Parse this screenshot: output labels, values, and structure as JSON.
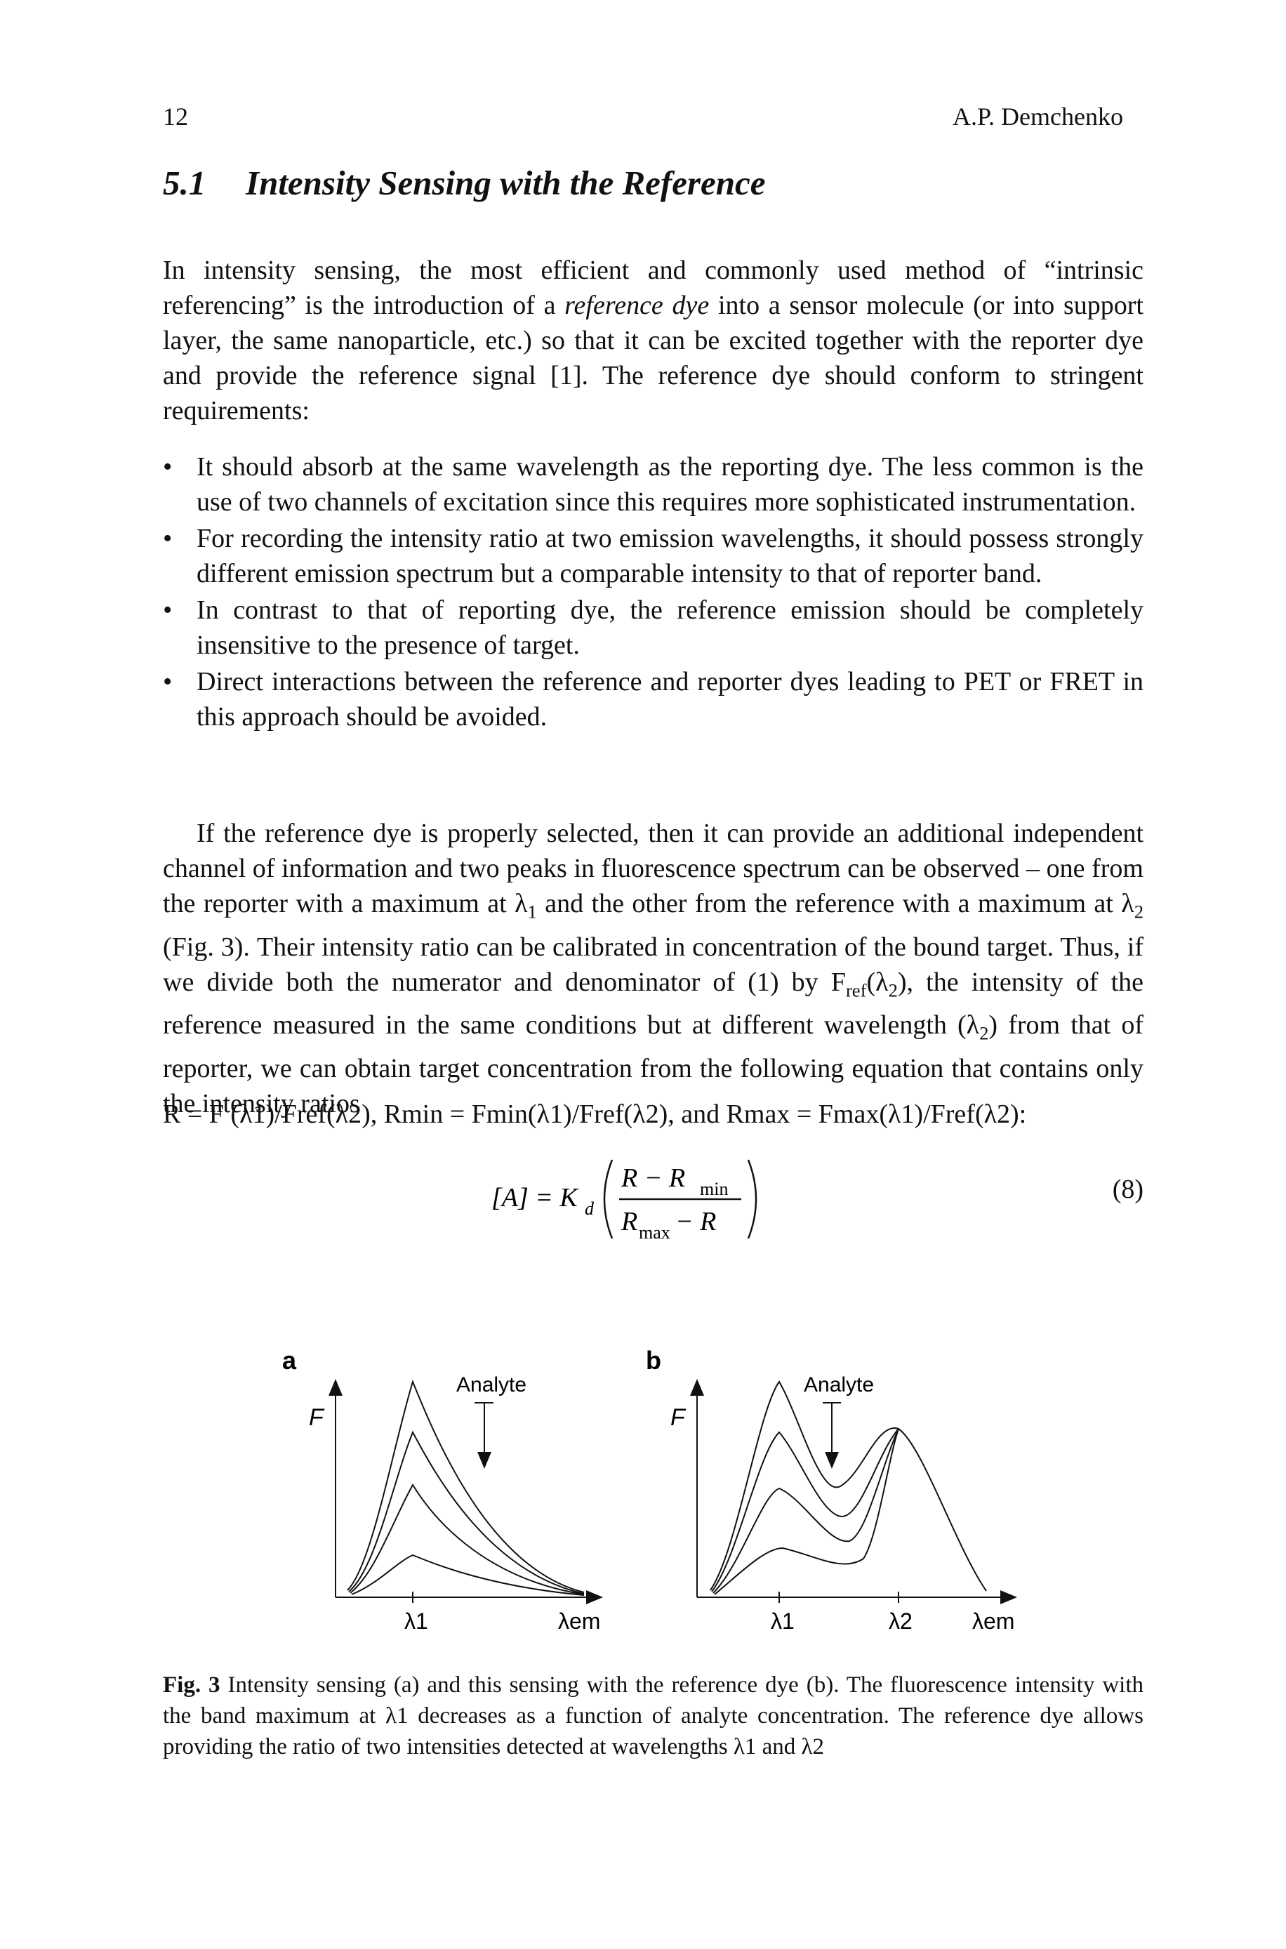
{
  "header": {
    "page_number": "12",
    "author": "A.P. Demchenko"
  },
  "section": {
    "number": "5.1",
    "title": "Intensity Sensing with the Reference"
  },
  "paragraph1": {
    "a": "In intensity sensing, the most efficient and commonly used method of “intrinsic referencing” is the introduction of a ",
    "emph": "reference dye",
    "b": " into a sensor molecule (or into support layer, the same nanoparticle, etc.) so that it can be excited together with the reporter dye and provide the reference signal [1]. The reference dye should conform to stringent requirements:"
  },
  "bullets": [
    "It should absorb at the same wavelength as the reporting dye. The less common is the use of two channels of excitation since this requires more sophisticated instrumentation.",
    "For recording the intensity ratio at two emission wavelengths, it should possess strongly different emission spectrum but a comparable intensity to that of reporter band.",
    "In contrast to that of reporting dye, the reference emission should be completely insensitive to the presence of target.",
    "Direct interactions between the reference and reporter dyes leading to PET or FRET in this approach should be avoided."
  ],
  "paragraph2": {
    "a": "If the reference dye is properly selected, then it can provide an additional independent channel of information and two peaks in fluorescence spectrum can be observed – one from the reporter with a maximum at λ",
    "s1": "1",
    "b": " and the other from the reference with a maximum at λ",
    "s2": "2",
    "c": " (Fig. 3). Their intensity ratio can be calibrated in concentration of the bound target. Thus, if we divide both the numerator and denominator of (1) by F",
    "s3": "ref",
    "d": "(λ",
    "s4": "2",
    "e": "), the intensity of the reference measured in the same conditions but at different wavelength (λ",
    "s5": "2",
    "f": ") from that of reporter, we can obtain target concentration from the following equation that contains only the intensity ratios"
  },
  "ratios_line": "R = F (λ1)/Fref(λ2), Rmin = Fmin(λ1)/Fref(λ2), and Rmax = Fmax(λ1)/Fref(λ2):",
  "equation": {
    "lhs": "[A] = K",
    "kd_sub": "d",
    "num": "R − R",
    "num_sub": "min",
    "den": "R",
    "den_sub": "max",
    "den_tail": " − R",
    "number": "(8)"
  },
  "figure": {
    "panel_a": {
      "label": "a",
      "y_axis": "F",
      "analyte_label": "Analyte",
      "x_tick": "λ1",
      "x_axis": "λem"
    },
    "panel_b": {
      "label": "b",
      "y_axis": "F",
      "analyte_label": "Analyte",
      "x_tick1": "λ1",
      "x_tick2": "λ2",
      "x_axis": "λem"
    }
  },
  "caption": {
    "label": "Fig. 3",
    "text": " Intensity sensing (a) and this sensing with the reference dye (b). The fluorescence intensity with the band maximum at λ1 decreases as a function of analyte concentration. The reference dye allows providing the ratio of two intensities detected at wavelengths λ1 and λ2"
  }
}
